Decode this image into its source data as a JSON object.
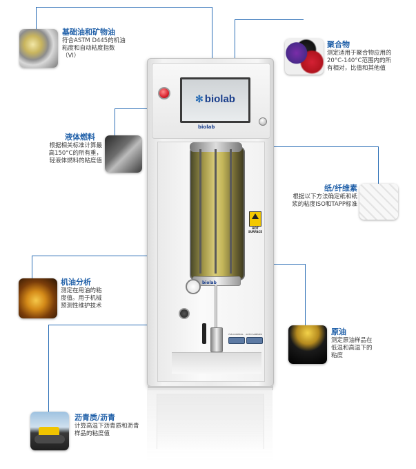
{
  "callouts": {
    "base_oil": {
      "title": "基础油和矿物油",
      "desc": "符合ASTM D445的机油粘度和自动粘度指数（VI）",
      "icon": "gear-oil-icon"
    },
    "polymer": {
      "title": "聚合物",
      "desc": "测定适用于聚合物应用的20°C-140°C范围内的所有相对，比值和其他值",
      "icon": "polymer-pellets-icon"
    },
    "liquid_fuel": {
      "title": "液体燃料",
      "desc": "根据相关标准计算最高150°C的所有重，轻液体燃料的粘度值",
      "icon": "fuel-nozzle-icon"
    },
    "paper_fiber": {
      "title": "纸/纤维素",
      "desc": "根据以下方法确定纸和纸浆的粘度ISO和TAPP标准",
      "icon": "paper-roll-icon"
    },
    "engine_oil": {
      "title": "机油分析",
      "desc": "测定在用油的粘度值。用于机械预测性维护技术",
      "icon": "oil-splash-icon"
    },
    "crude_oil": {
      "title": "原油",
      "desc": "测定原油样品在低温和高温下的粘度",
      "icon": "crude-oil-icon"
    },
    "asphalt": {
      "title": "沥青质/沥青",
      "desc": "计算高温下沥青质和沥青样品的粘度值",
      "icon": "road-roller-icon"
    }
  },
  "instrument": {
    "brand": "biolab",
    "brand_small": "biolab",
    "collar_brand": "biolab",
    "warning_label": "HOT SURFACE",
    "port_labels": [
      "FAN CONTROL",
      "AUTO SAMPLER"
    ],
    "accent_color": "#2a6db5",
    "title_color": "#1f5fa8"
  }
}
